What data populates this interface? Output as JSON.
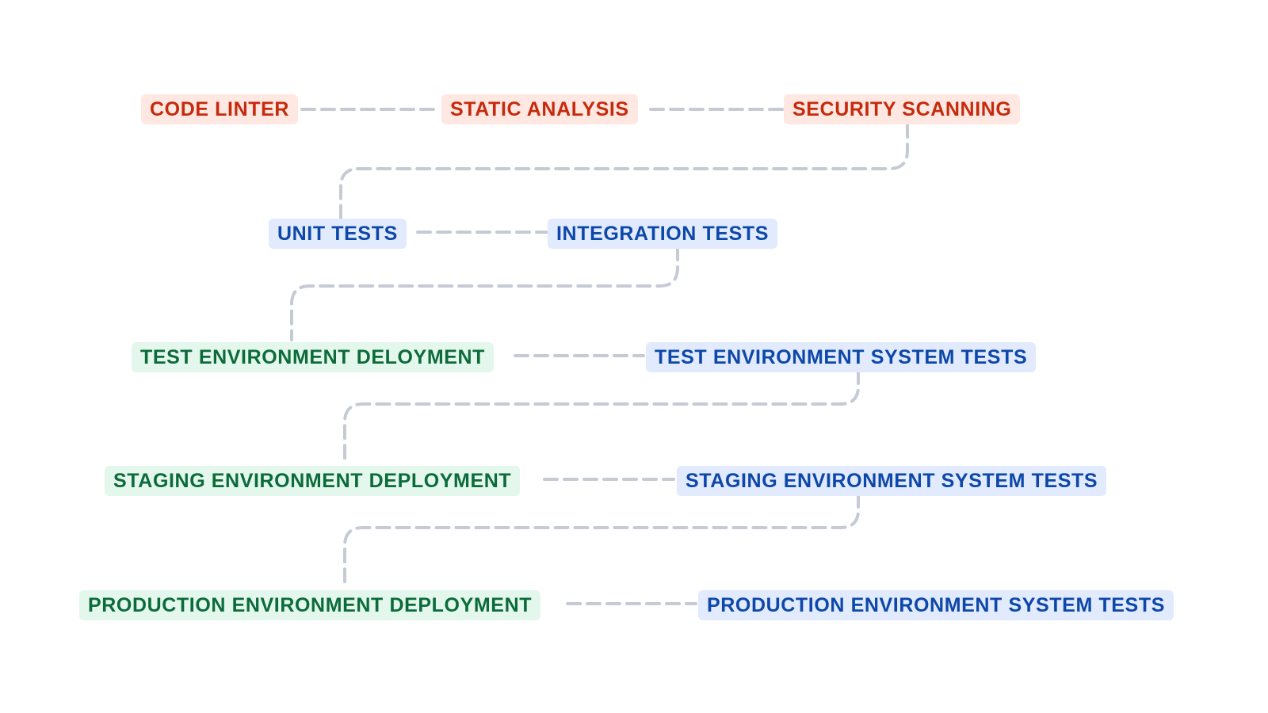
{
  "nodes": {
    "code_linter": "CODE LINTER",
    "static_analysis": "STATIC ANALYSIS",
    "security_scanning": "SECURITY SCANNING",
    "unit_tests": "UNIT TESTS",
    "integration_tests": "INTEGRATION TESTS",
    "test_env_deployment": "TEST ENVIRONMENT DELOYMENT",
    "test_env_system_tests": "TEST ENVIRONMENT SYSTEM TESTS",
    "staging_env_deployment": "STAGING ENVIRONMENT DEPLOYMENT",
    "staging_env_system_tests": "STAGING ENVIRONMENT SYSTEM TESTS",
    "production_env_deployment": "PRODUCTION ENVIRONMENT DEPLOYMENT",
    "production_env_system_tests": "PRODUCTION ENVIRONMENT SYSTEM TESTS"
  },
  "colors": {
    "static_check_text": "#c62a0d",
    "static_check_bg": "#ffe8e2",
    "test_text": "#0d47a9",
    "test_bg": "#e1ebfd",
    "deploy_text": "#0c6b3a",
    "deploy_bg": "#e4f7ec",
    "connector": "#c5cad5"
  }
}
